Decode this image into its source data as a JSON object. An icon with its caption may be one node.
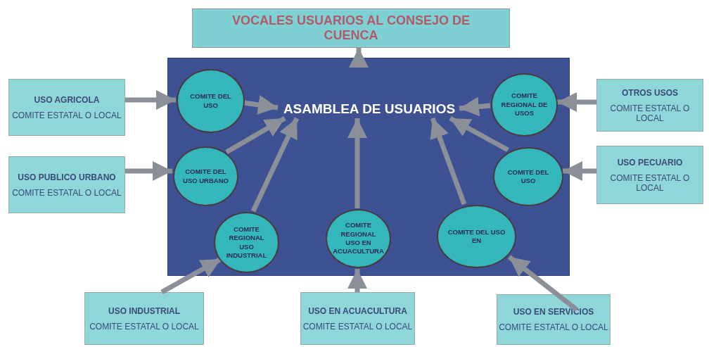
{
  "diagram": {
    "nodes": [
      {
        "text": [
          "VOCALES USUARIOS AL CONSEJO DE CUENCA"
        ]
      },
      {
        "text": [],
        "shape": "box"
      },
      {
        "text": [
          "ASAMBLEA DE USUARIOS"
        ],
        "in": 1
      },
      {
        "text": [
          "USO AGRICOLA",
          "COMITE ESTATAL O LOCAL"
        ]
      },
      {
        "text": [
          "COMITE DEL USO"
        ],
        "in": 1
      },
      {
        "text": [
          "COMITE REGIONAL DE USOS"
        ],
        "in": 1
      },
      {
        "text": [
          "OTROS USOS",
          "COMITE ESTATAL O LOCAL"
        ]
      },
      {
        "text": [
          "USO PUBLICO URBANO",
          "COMITE ESTATAL O LOCAL"
        ]
      },
      {
        "text": [
          "COMITE DEL USO URBANO"
        ],
        "in": 1
      },
      {
        "text": [
          "COMITE DEL USO"
        ],
        "in": 1
      },
      {
        "text": [
          "USO PECUARIO",
          "COMITE ESTATAL O LOCAL"
        ]
      },
      {
        "text": [
          "COMITE REGIONAL USO INDUSTRIAL"
        ],
        "in": 1
      },
      {
        "text": [
          "COMITE REGIONAL USO EN ACUACULTURA"
        ],
        "in": 1
      },
      {
        "text": [
          "COMITE DEL USO EN"
        ],
        "in": 1
      },
      {
        "text": [
          "USO INDUSTRIAL",
          "COMITE ESTATAL O LOCAL"
        ]
      },
      {
        "text": [
          "USO EN ACUACULTURA",
          "COMITE ESTATAL O LOCAL"
        ]
      },
      {
        "text": [
          "USO EN SERVICIOS",
          "COMITE ESTATAL O LOCAL"
        ]
      }
    ],
    "edges": [
      {
        "from": 1,
        "to": 0,
        "arrow": "to"
      },
      {
        "from": 3,
        "to": 4,
        "arrow": "to"
      },
      {
        "from": 4,
        "to": 2,
        "arrow": "to"
      },
      {
        "from": 6,
        "to": 5,
        "arrow": "to"
      },
      {
        "from": 5,
        "to": 2,
        "arrow": "to"
      },
      {
        "from": 7,
        "to": 8,
        "arrow": "to"
      },
      {
        "from": 8,
        "to": 2,
        "arrow": "to"
      },
      {
        "from": 10,
        "to": 9,
        "arrow": "to"
      },
      {
        "from": 9,
        "to": 2,
        "arrow": "to"
      },
      {
        "from": 11,
        "to": 2,
        "arrow": "to"
      },
      {
        "from": 12,
        "to": 2,
        "arrow": "to"
      },
      {
        "from": 13,
        "to": 2,
        "arrow": "to"
      },
      {
        "from": 14,
        "to": 11,
        "arrow": "to"
      },
      {
        "from": 15,
        "to": 12,
        "arrow": "to"
      },
      {
        "from": 16,
        "to": 13,
        "arrow": "to"
      }
    ]
  }
}
